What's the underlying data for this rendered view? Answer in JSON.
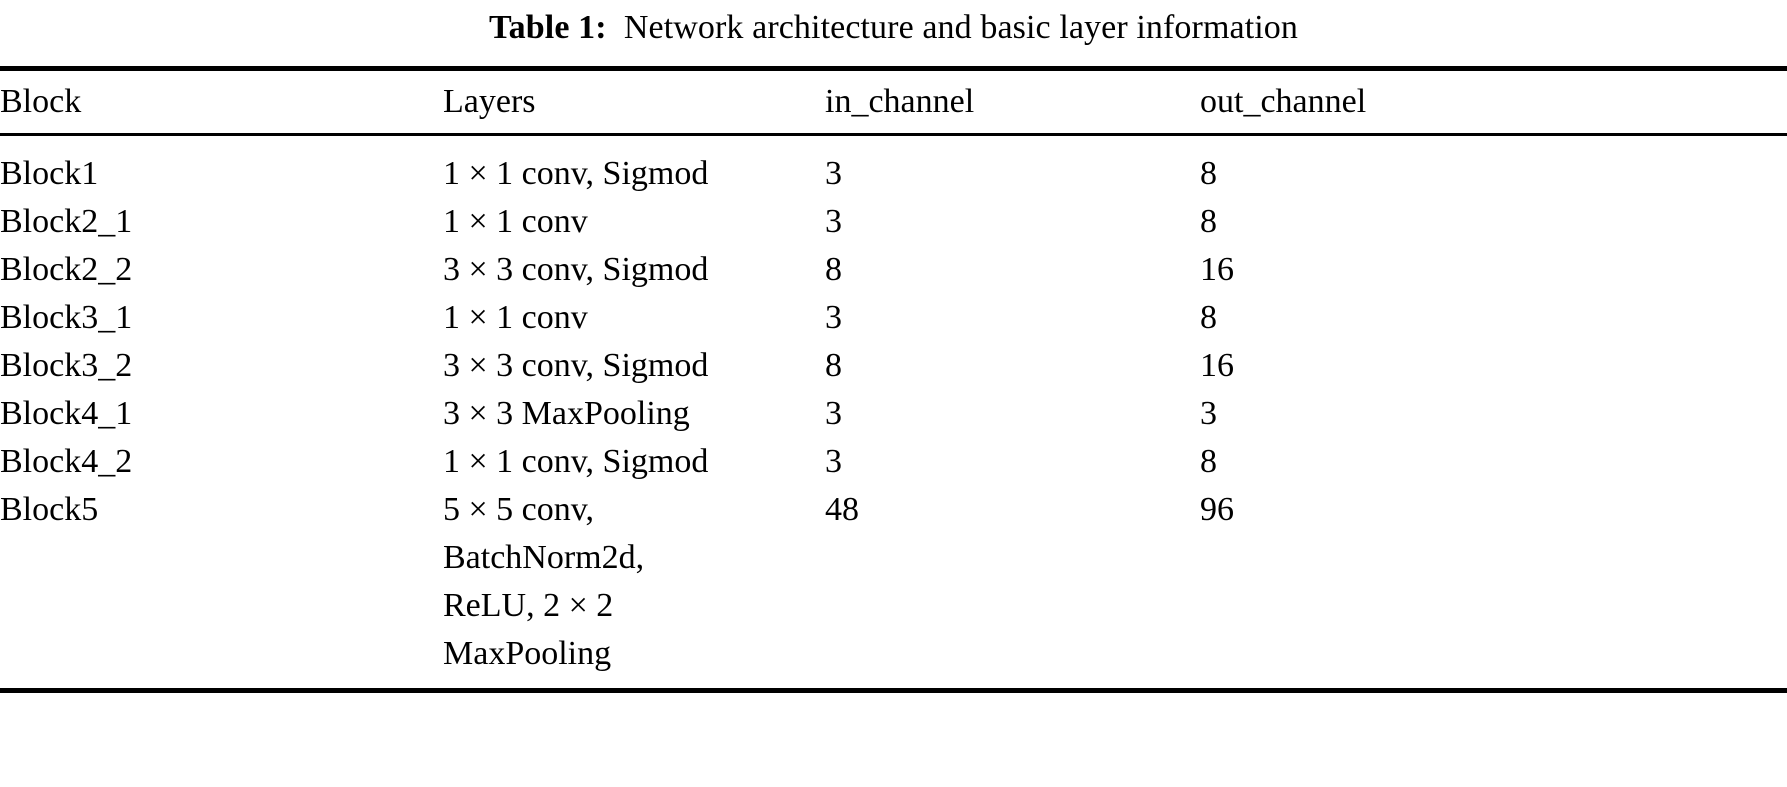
{
  "caption": {
    "label": "Table 1:",
    "text": "Network architecture and basic layer information"
  },
  "table": {
    "columns": [
      "Block",
      "Layers",
      "in_channel",
      "out_channel"
    ],
    "rows": [
      {
        "block": "Block1",
        "layers": "1 × 1 conv, Sigmod",
        "in_channel": "3",
        "out_channel": "8"
      },
      {
        "block": "Block2_1",
        "layers": "1 × 1 conv",
        "in_channel": "3",
        "out_channel": "8"
      },
      {
        "block": "Block2_2",
        "layers": "3 × 3 conv, Sigmod",
        "in_channel": "8",
        "out_channel": "16"
      },
      {
        "block": "Block3_1",
        "layers": "1 × 1 conv",
        "in_channel": "3",
        "out_channel": "8"
      },
      {
        "block": "Block3_2",
        "layers": "3 × 3 conv, Sigmod",
        "in_channel": "8",
        "out_channel": "16"
      },
      {
        "block": "Block4_1",
        "layers": "3 × 3 MaxPooling",
        "in_channel": "3",
        "out_channel": "3"
      },
      {
        "block": "Block4_2",
        "layers": "1 × 1 conv, Sigmod",
        "in_channel": "3",
        "out_channel": "8"
      },
      {
        "block": "Block5",
        "layers": "5 × 5 conv, BatchNorm2d, ReLU, 2 × 2 MaxPooling",
        "in_channel": "48",
        "out_channel": "96"
      }
    ]
  },
  "colors": {
    "text": "#000000",
    "rule": "#000000",
    "background": "#ffffff"
  }
}
